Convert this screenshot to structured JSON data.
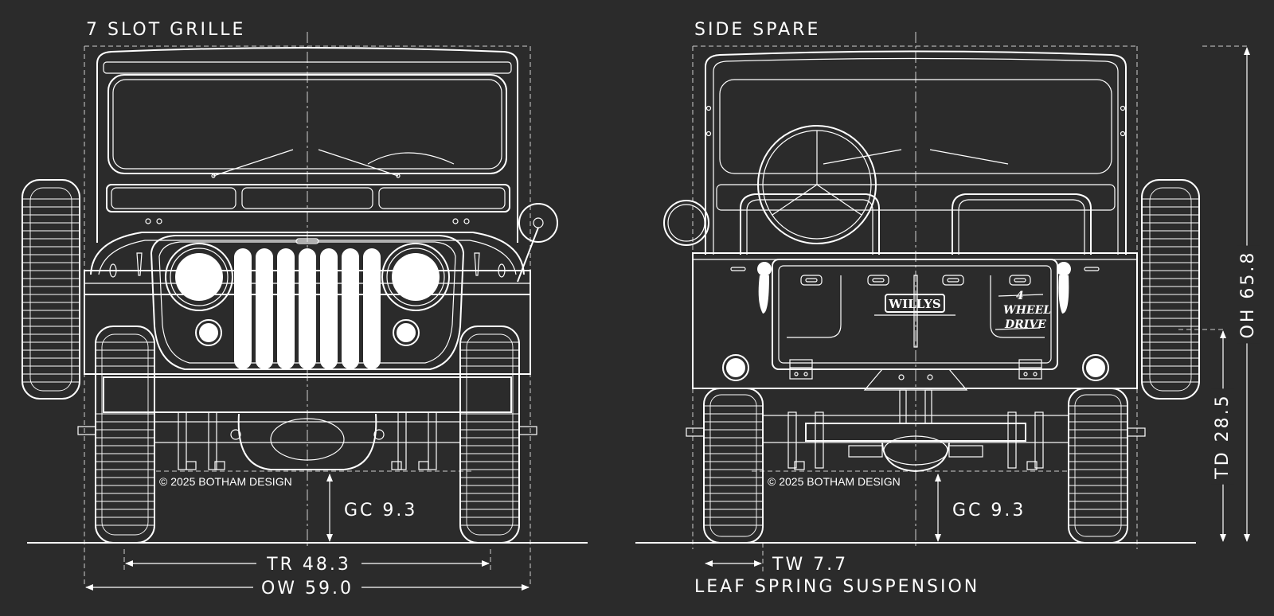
{
  "labels": {
    "front_title": "7 SLOT GRILLE",
    "rear_title": "SIDE SPARE",
    "front_copyright": "© 2025 BOTHAM DESIGN",
    "rear_copyright": "© 2025 BOTHAM DESIGN",
    "front_ground_clearance": "GC 9.3",
    "rear_ground_clearance": "GC 9.3",
    "track": "TR 48.3",
    "overall_width": "OW 59.0",
    "tire_width": "TW 7.7",
    "suspension": "LEAF SPRING SUSPENSION",
    "tailgate_height": "TD 28.5",
    "overall_height": "OH 65.8",
    "badge_brand": "WILLYS",
    "badge_4": "4",
    "badge_wheel": "WHEEL",
    "badge_drive": "DRIVE"
  },
  "colors": {
    "background": "#2b2b2b",
    "line": "#ffffff",
    "guide": "#cfcfcf"
  }
}
